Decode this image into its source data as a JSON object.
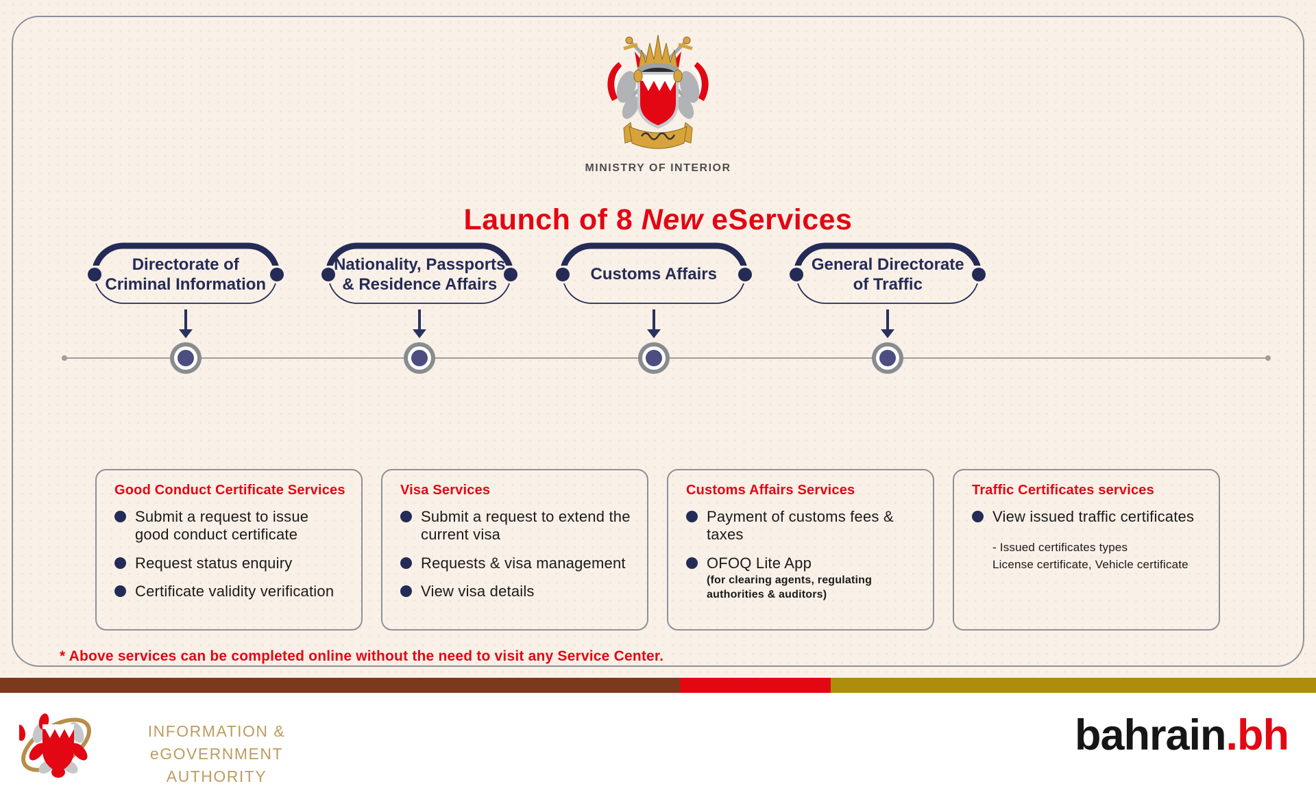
{
  "colors": {
    "cream_bg": "#f9f0e7",
    "red": "#e30613",
    "navy": "#242b56",
    "border_gray": "#8d9099",
    "timeline_gray": "#9e9e9e",
    "node_purple": "#4d4d82",
    "bar_brown": "#7c3a1d",
    "bar_red": "#e30613",
    "bar_gold": "#ac8d0c",
    "footer_gold": "#bd9d5f"
  },
  "header": {
    "crest_caption": "MINISTRY OF INTERIOR",
    "title_prefix": "Launch of 8 ",
    "title_emphasis": "New",
    "title_suffix": " eServices"
  },
  "branches": [
    {
      "line1": "Directorate of",
      "line2": "Criminal Information"
    },
    {
      "line1": "Nationality, Passports",
      "line2": "& Residence Affairs"
    },
    {
      "line1": "Customs Affairs",
      "line2": ""
    },
    {
      "line1": "General Directorate",
      "line2": "of Traffic"
    }
  ],
  "cards": [
    {
      "title": "Good Conduct Certificate Services",
      "bullets": [
        {
          "text": "Submit a request to issue good conduct certificate"
        },
        {
          "text": "Request status enquiry"
        },
        {
          "text": "Certificate validity verification"
        }
      ]
    },
    {
      "title": "Visa Services",
      "bullets": [
        {
          "text": "Submit a request to extend the current visa"
        },
        {
          "text": "Requests & visa management"
        },
        {
          "text": "View visa details"
        }
      ]
    },
    {
      "title": "Customs Affairs Services",
      "bullets": [
        {
          "text": "Payment of customs fees & taxes"
        },
        {
          "text": "OFOQ Lite App",
          "note": "(for clearing agents, regulating authorities & auditors)"
        }
      ]
    },
    {
      "title": "Traffic Certificates services",
      "bullets": [
        {
          "text": "View issued traffic certificates",
          "sub1": "- Issued certificates types",
          "sub2": "License certificate, Vehicle certificate"
        }
      ]
    }
  ],
  "footnote": "* Above services can be completed online without the need to visit any Service Center.",
  "footer": {
    "agency_line1": "INFORMATION &",
    "agency_line2": "eGOVERNMENT AUTHORITY",
    "brand_black": "bahrain",
    "brand_red": ".bh"
  }
}
